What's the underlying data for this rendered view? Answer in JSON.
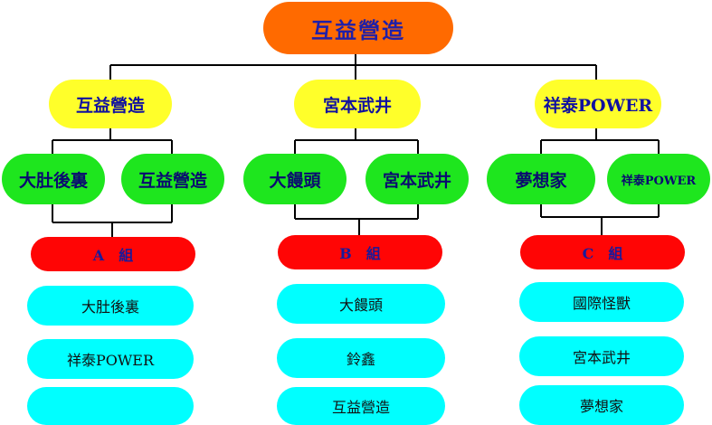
{
  "root": {
    "label": "互益營造"
  },
  "level1": [
    {
      "label": "互益營造"
    },
    {
      "label": "宮本武井"
    },
    {
      "label": "祥泰POWER"
    }
  ],
  "level2": [
    {
      "label": "大肚後裏"
    },
    {
      "label": "互益營造"
    },
    {
      "label": "大饅頭"
    },
    {
      "label": "宮本武井"
    },
    {
      "label": "夢想家"
    },
    {
      "label": "祥泰POWER"
    }
  ],
  "groups": [
    {
      "label": "A　組",
      "members": [
        "大肚後裏",
        "祥泰POWER",
        ""
      ]
    },
    {
      "label": "B　組",
      "members": [
        "大饅頭",
        "鈴鑫",
        "互益營造"
      ]
    },
    {
      "label": "C　組",
      "members": [
        "國際怪獸",
        "宮本武井",
        "夢想家"
      ]
    }
  ],
  "colors": {
    "root": "#ff6a00",
    "level1": "#ffff2a",
    "level2": "#1ee61e",
    "group": "#ff0505",
    "member": "#00ffff",
    "line": "#000000"
  }
}
